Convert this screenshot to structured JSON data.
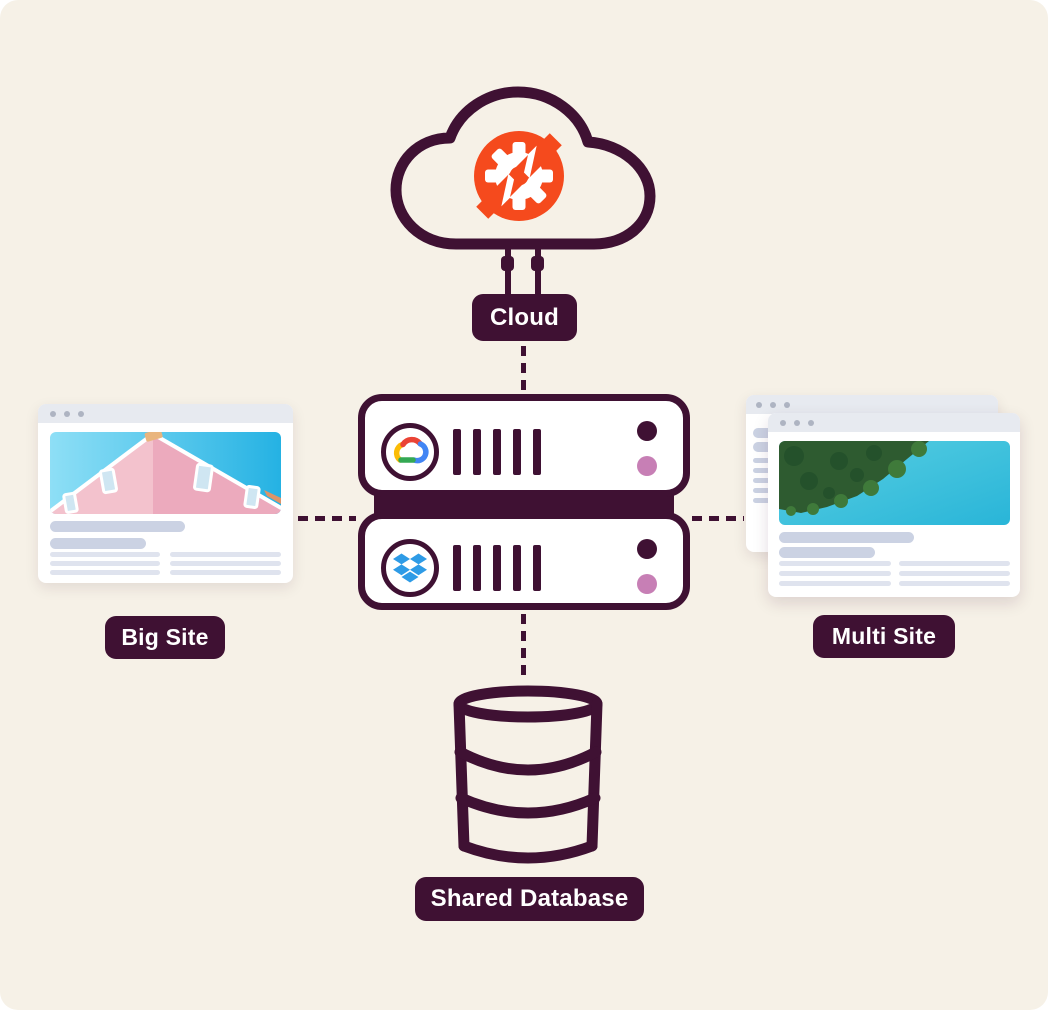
{
  "diagram": {
    "background_color": "#F6F1E7",
    "accent_dark": "#3F1133",
    "accent_orange": "#F54A1D",
    "accent_pink": "#C77FB5",
    "labels": {
      "cloud": "Cloud",
      "big_site": "Big Site",
      "multi_site": "Multi Site",
      "shared_database": "Shared Database"
    },
    "icons": {
      "cloud_shape": "cloud-outline-icon",
      "cloud_logo": "gear-slash-logo-icon",
      "server_top_logo": "google-cloud-icon",
      "server_bottom_logo": "dropbox-icon",
      "database": "database-cylinder-icon",
      "window_controls": "window-dots-icon"
    },
    "brand_colors": {
      "google_red": "#EA4335",
      "google_yellow": "#FBBC05",
      "google_green": "#34A853",
      "google_blue": "#4285F4",
      "dropbox_blue": "#2E9BE6"
    },
    "servers": {
      "count": 2,
      "slots_per_server": 5,
      "leds_per_server": 2
    }
  }
}
